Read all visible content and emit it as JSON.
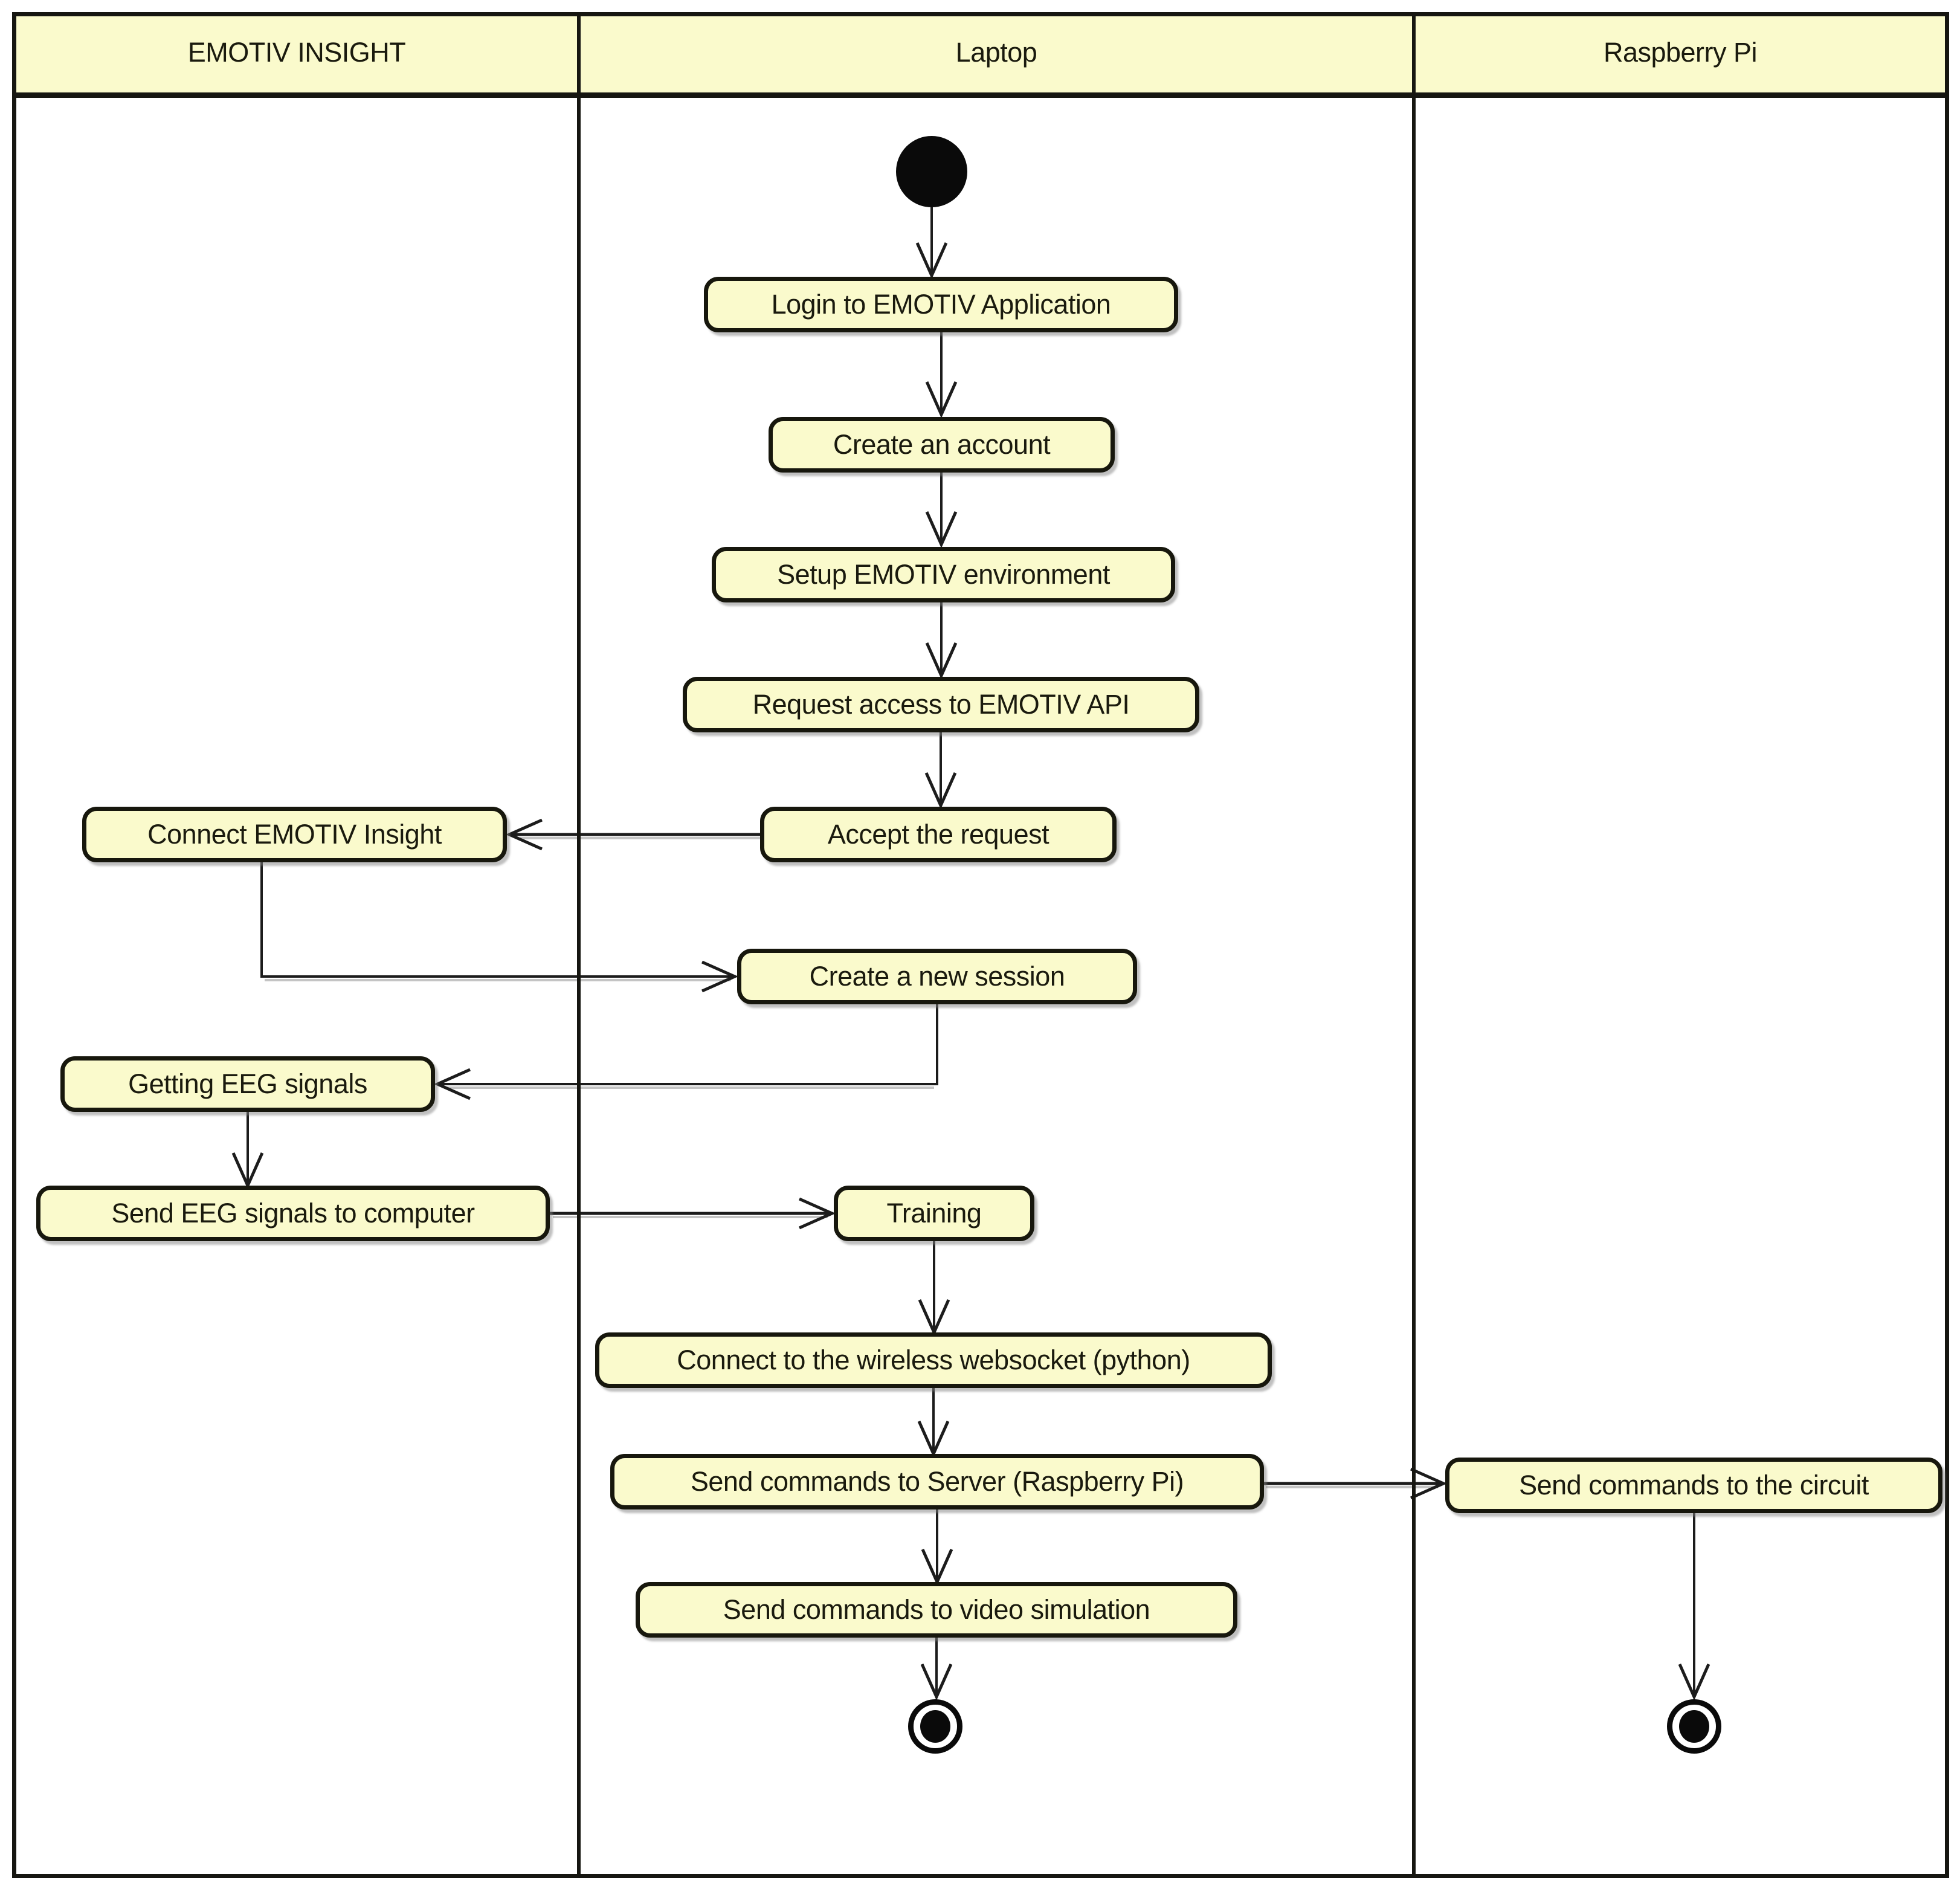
{
  "diagram": {
    "type": "uml-activity-diagram-with-swimlanes",
    "lanes": [
      {
        "label": "EMOTIV INSIGHT"
      },
      {
        "label": "Laptop"
      },
      {
        "label": "Raspberry Pi"
      }
    ],
    "nodes": [
      {
        "id": "start",
        "kind": "initial",
        "lane": "Laptop",
        "label": ""
      },
      {
        "id": "login",
        "kind": "action",
        "lane": "Laptop",
        "label": "Login to EMOTIV Application"
      },
      {
        "id": "create_account",
        "kind": "action",
        "lane": "Laptop",
        "label": "Create an account"
      },
      {
        "id": "setup_env",
        "kind": "action",
        "lane": "Laptop",
        "label": "Setup EMOTIV environment"
      },
      {
        "id": "request_access",
        "kind": "action",
        "lane": "Laptop",
        "label": "Request access to EMOTIV API"
      },
      {
        "id": "accept_request",
        "kind": "action",
        "lane": "Laptop",
        "label": "Accept the request"
      },
      {
        "id": "connect_insight",
        "kind": "action",
        "lane": "EMOTIV INSIGHT",
        "label": "Connect EMOTIV Insight"
      },
      {
        "id": "create_session",
        "kind": "action",
        "lane": "Laptop",
        "label": "Create a new session"
      },
      {
        "id": "getting_eeg",
        "kind": "action",
        "lane": "EMOTIV INSIGHT",
        "label": "Getting EEG signals"
      },
      {
        "id": "send_eeg",
        "kind": "action",
        "lane": "EMOTIV INSIGHT",
        "label": "Send EEG signals to computer"
      },
      {
        "id": "training",
        "kind": "action",
        "lane": "Laptop",
        "label": "Training"
      },
      {
        "id": "connect_ws",
        "kind": "action",
        "lane": "Laptop",
        "label": "Connect to the wireless websocket (python)"
      },
      {
        "id": "send_server",
        "kind": "action",
        "lane": "Laptop",
        "label": "Send commands to Server (Raspberry Pi)"
      },
      {
        "id": "send_circuit",
        "kind": "action",
        "lane": "Raspberry Pi",
        "label": "Send commands to the circuit"
      },
      {
        "id": "send_video",
        "kind": "action",
        "lane": "Laptop",
        "label": "Send commands to video simulation"
      },
      {
        "id": "final_laptop",
        "kind": "final",
        "lane": "Laptop",
        "label": ""
      },
      {
        "id": "final_rpi",
        "kind": "final",
        "lane": "Raspberry Pi",
        "label": ""
      }
    ],
    "edges": [
      {
        "from": "start",
        "to": "login"
      },
      {
        "from": "login",
        "to": "create_account"
      },
      {
        "from": "create_account",
        "to": "setup_env"
      },
      {
        "from": "setup_env",
        "to": "request_access"
      },
      {
        "from": "request_access",
        "to": "accept_request"
      },
      {
        "from": "accept_request",
        "to": "connect_insight"
      },
      {
        "from": "connect_insight",
        "to": "create_session"
      },
      {
        "from": "create_session",
        "to": "getting_eeg"
      },
      {
        "from": "getting_eeg",
        "to": "send_eeg"
      },
      {
        "from": "send_eeg",
        "to": "training"
      },
      {
        "from": "training",
        "to": "connect_ws"
      },
      {
        "from": "connect_ws",
        "to": "send_server"
      },
      {
        "from": "send_server",
        "to": "send_circuit"
      },
      {
        "from": "send_server",
        "to": "send_video"
      },
      {
        "from": "send_video",
        "to": "final_laptop"
      },
      {
        "from": "send_circuit",
        "to": "final_rpi"
      }
    ],
    "colors": {
      "node_fill": "#FAFACC",
      "node_border": "#17170D",
      "lane_header_fill": "#FAFACC",
      "line": "#1C1C1C",
      "text": "#1A1A0E",
      "background": "#FFFFFF"
    }
  }
}
